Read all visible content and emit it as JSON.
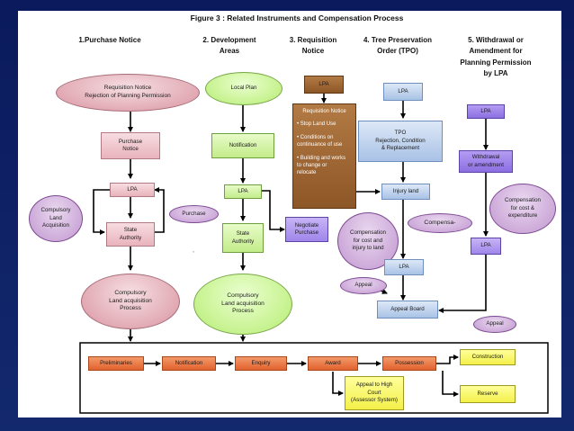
{
  "title": "Figure 3 : Related Instruments and Compensation Process",
  "columns": [
    "1.Purchase Notice",
    "2. Development\nAreas",
    "3. Requisition\nNotice",
    "4. Tree Preservation\nOrder (TPO)",
    "5. Withdrawal or\nAmendment for\nPlanning Permission\nby LPA"
  ],
  "nodes": {
    "requisition_notice": "Requisition Notice\nRejection of Planning Permission",
    "purchase_notice": "Purchase\nNotice",
    "lpa_col1": "LPA",
    "state_authority_1": "State\nAuthority",
    "compulsory_land_acquisition": "Compulsory\nLand\nAcquisition",
    "purchase_oval": "Purchase",
    "cla_process_1": "Compulsory\nLand acquisition\nProcess",
    "local_plan": "Local Plan",
    "notification_col2": "Notification",
    "lpa_col2": "LPA",
    "state_authority_2": "State\nAuthority",
    "cla_process_2": "Compulsory\nLand acquisition\nProcess",
    "lpa_col3": "LPA",
    "brown_box": {
      "heading": "Requisition Notice",
      "items": [
        "• Stop Land Use",
        "• Conditions on\ncontinuance of use",
        "• Building and works\nto change or\nrelocate"
      ]
    },
    "negotiate_purchase": "Negotiate\nPurchase",
    "lpa_col4": "LPA",
    "tpo_box": "TPO\nRejection, Condition\n& Replacement",
    "injury_land": "Injury land",
    "comp_cost_injury": "Compensation\nfor cost and\ninjury to land",
    "compensa": "Compensa-",
    "lpa_col4b": "LPA",
    "appeal_1": "Appeal",
    "appeal_board": "Appeal Board",
    "lpa_col5": "LPA",
    "withdrawal": "Withdrawal\nor amendment",
    "comp_cost_expend": "Compensation\nfor cost  &\nexpenditure",
    "lpa_col5b": "LPA",
    "appeal_2": "Appeal",
    "preliminaries": "Preliminaries",
    "notification_bottom": "Notification",
    "enquiry": "Enquiry",
    "award": "Award",
    "possession": "Possession",
    "construction": "Construction",
    "reserve": "Reserve",
    "appeal_high_court": "Appeal to High\nCourt\n(Assessor System)",
    "stray_mark": ","
  }
}
